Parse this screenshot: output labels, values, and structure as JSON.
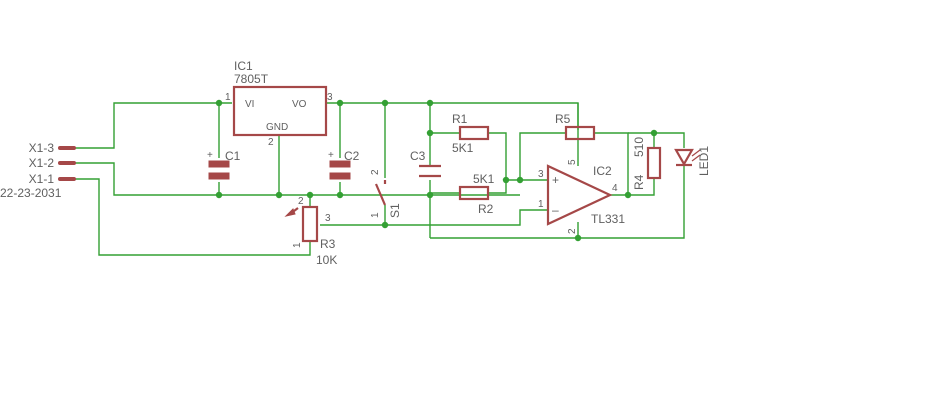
{
  "parts": {
    "ic1": {
      "name": "IC1",
      "value": "7805T",
      "pin_vi": "VI",
      "pin_vo": "VO",
      "pin_gnd": "GND",
      "pin1": "1",
      "pin2": "2",
      "pin3": "3"
    },
    "c1": {
      "name": "C1",
      "polarity": "+"
    },
    "c2": {
      "name": "C2",
      "polarity": "+"
    },
    "c3": {
      "name": "C3"
    },
    "r1": {
      "name": "R1",
      "value": "5K1"
    },
    "r2": {
      "name": "R2",
      "value": "5K1"
    },
    "r3": {
      "name": "R3",
      "value": "10K",
      "pin1": "1",
      "pin2": "2",
      "pin3": "3"
    },
    "r4": {
      "name": "R4",
      "value": "510"
    },
    "r5": {
      "name": "R5"
    },
    "s1": {
      "name": "S1",
      "pin1": "1",
      "pin2": "2"
    },
    "ic2": {
      "name": "IC2",
      "value": "TL331",
      "plus": "+",
      "minus": "–",
      "pin1": "1",
      "pin2": "2",
      "pin3": "3",
      "pin4": "4",
      "pin5": "5"
    },
    "led1": {
      "name": "LED1"
    }
  },
  "connector": {
    "pins": [
      "X1-3",
      "X1-2",
      "X1-1"
    ],
    "part_number": "22-23-2031"
  }
}
